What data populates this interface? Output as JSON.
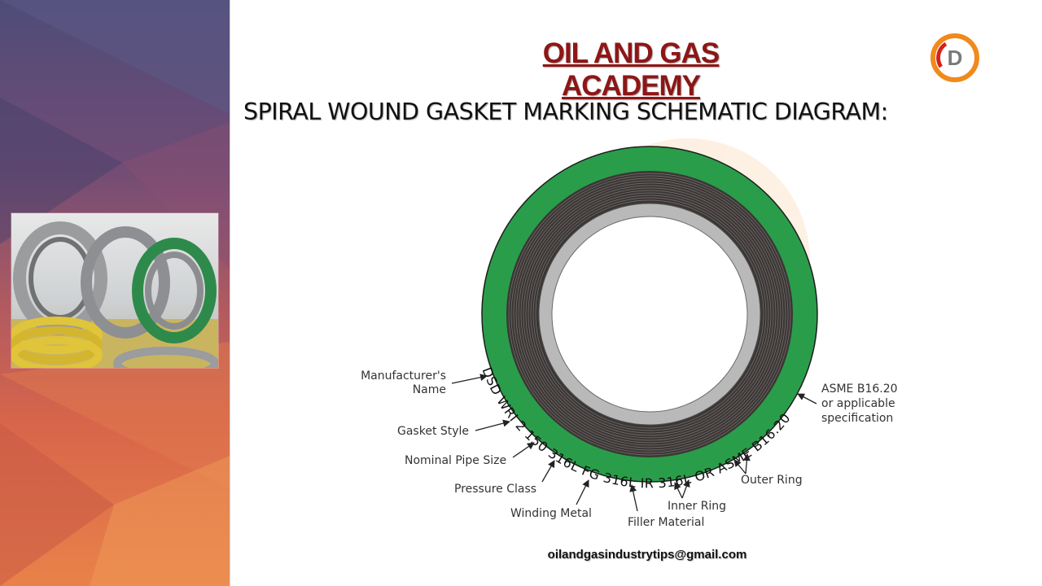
{
  "header": {
    "brand_title": "OIL AND GAS ACADEMY",
    "logo_letter": "D"
  },
  "heading": "SPIRAL WOUND GASKET MARKING SCHEMATIC DIAGRAM:",
  "gasket": {
    "marking_text": "DSD   WRI  2  150  316L  FG  316L IR  316L OR  ASME B16.20",
    "colors": {
      "outer_ring": "#2a9d4a",
      "winding": "#3b3736",
      "inner_ring": "#b9b9b9",
      "arrow": "#222222"
    }
  },
  "callouts": {
    "manufacturer": [
      "Manufacturer's",
      "Name"
    ],
    "gasket_style": "Gasket Style",
    "nominal_pipe_size": "Nominal Pipe Size",
    "pressure_class": "Pressure Class",
    "winding_metal": "Winding Metal",
    "filler_material": "Filler Material",
    "inner_ring": "Inner Ring",
    "outer_ring": "Outer Ring",
    "specification": [
      "ASME  B16.20",
      "or applicable",
      "specification"
    ]
  },
  "footer": {
    "email": "oilandgasindustrytips@gmail.com"
  }
}
